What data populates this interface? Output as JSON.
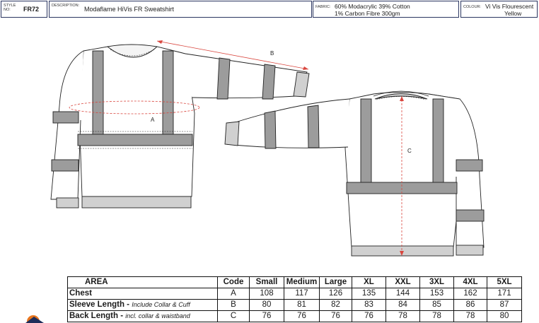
{
  "header": {
    "style_label": "STYLE NO:",
    "style_no": "FR72",
    "description_label": "DESCRIPTION:",
    "description": "Modaflame HiVis FR Sweatshirt",
    "fabric_label": "FABRIC:",
    "fabric_line1": "60% Modacrylic 39% Cotton",
    "fabric_line2": "1% Carbon Fibre 300gm",
    "colour_label": "COLOUR:",
    "colour_line1": "Vi Vis Flourescent",
    "colour_line2": "Yellow"
  },
  "drawing": {
    "marker_a": "A",
    "marker_b": "B",
    "marker_c": "C",
    "colors": {
      "outline": "#222222",
      "tape": "#9c9c9c",
      "rib": "#d0d0d0",
      "measure": "#d9463e"
    }
  },
  "size_table": {
    "area_header": "AREA",
    "code_header": "Code",
    "sizes": [
      "Small",
      "Medium",
      "Large",
      "XL",
      "XXL",
      "3XL",
      "4XL",
      "5XL"
    ],
    "rows": [
      {
        "area": "Chest",
        "note": "",
        "code": "A",
        "values": [
          "108",
          "117",
          "126",
          "135",
          "144",
          "153",
          "162",
          "171"
        ]
      },
      {
        "area": "Sleeve Length - ",
        "note": "Include Collar & Cuff",
        "code": "B",
        "values": [
          "80",
          "81",
          "82",
          "83",
          "84",
          "85",
          "86",
          "87"
        ]
      },
      {
        "area": "Back Length - ",
        "note": "incl. collar & waistband",
        "code": "C",
        "values": [
          "76",
          "76",
          "76",
          "76",
          "78",
          "78",
          "78",
          "80"
        ]
      }
    ]
  },
  "logo": {
    "icon": "portwest-logo-icon",
    "colors": [
      "#e8761e",
      "#1e2d5a"
    ]
  }
}
